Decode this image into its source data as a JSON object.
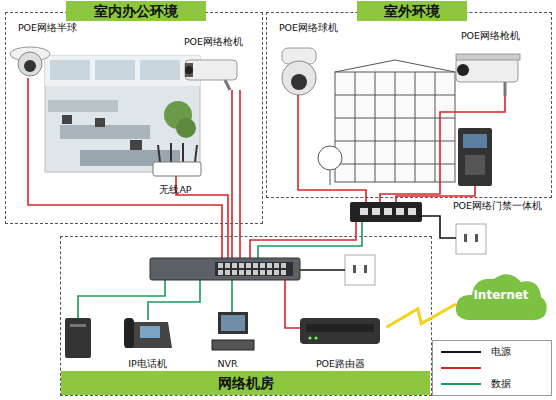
{
  "diagram": {
    "nodes": [
      {
        "text": [
          "室内办公环境"
        ]
      },
      {
        "text": [
          "POE网络半球"
        ],
        "in": 0
      },
      {
        "text": [
          "POE网络枪机"
        ],
        "in": 0
      },
      {
        "text": [
          "无线AP"
        ],
        "in": 0
      },
      {
        "text": [
          "室外环境"
        ]
      },
      {
        "text": [
          "POE网络球机"
        ],
        "in": 4
      },
      {
        "text": [
          "POE网络枪机"
        ],
        "in": 4
      },
      {
        "text": [
          "POE网络门禁一体机"
        ],
        "in": 4
      },
      {
        "text": [
          "网络机房"
        ]
      },
      {
        "text": [
          "IP电话机"
        ],
        "in": 8
      },
      {
        "text": [
          "NVR"
        ],
        "in": 8
      },
      {
        "text": [
          "POE路由器"
        ],
        "in": 8
      },
      {
        "text": [
          "Internet"
        ]
      }
    ],
    "edges": [
      {
        "from": 11,
        "to": 12,
        "arrow": "none"
      }
    ],
    "legend": [
      {
        "text": "电源"
      },
      {
        "text": "数据"
      }
    ]
  }
}
